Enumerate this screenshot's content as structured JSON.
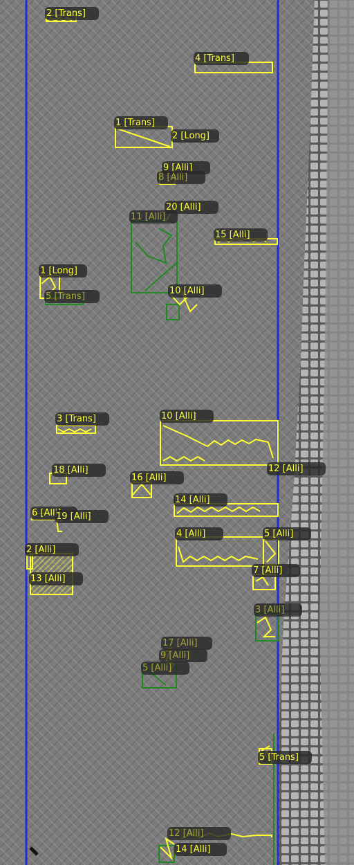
{
  "image": {
    "description_type": "pavement distress detection overlay",
    "colors": {
      "lane_line": "#1f2bd6",
      "detection_yellow": "#ffff33",
      "detection_green": "#1f8a1f",
      "label_background": "#282828",
      "pavement": "#7d7d7d",
      "curb_stones": "#a8a8a8"
    }
  },
  "labels": {
    "l01": "2 [Trans]",
    "l02": "4 [Trans]",
    "l03": "1 [Trans]",
    "l04": "2 [Long]",
    "l05": "9 [Alli]",
    "l06": "8 [Alli]",
    "l07": "20 [Alli]",
    "l08": "11 [Alli]",
    "l09": "15 [Alli]",
    "l10": "1 [Long]",
    "l11": "5 [Trans]",
    "l12": "10 [Alli]",
    "l13": "3 [Trans]",
    "l14": "10 [Alli]",
    "l15": "12 [Alli]",
    "l16": "18 [Alli]",
    "l17": "16 [Alli]",
    "l18": "14 [Alli]",
    "l19": "6 [Alli]",
    "l20": "19 [Alli]",
    "l21": "4 [Alli]",
    "l22": "5 [Alli]",
    "l23": "2 [Alli]",
    "l24": "13 [Alli]",
    "l25": "7 [Alli]",
    "l26": "3 [Alli]",
    "l27": "17 [Alli]",
    "l28": "9 [Alli]",
    "l29": "5 [Alli]",
    "l30": "5 [Trans]",
    "l31": "12 [Alli]",
    "l32": "14 [Alli]"
  }
}
